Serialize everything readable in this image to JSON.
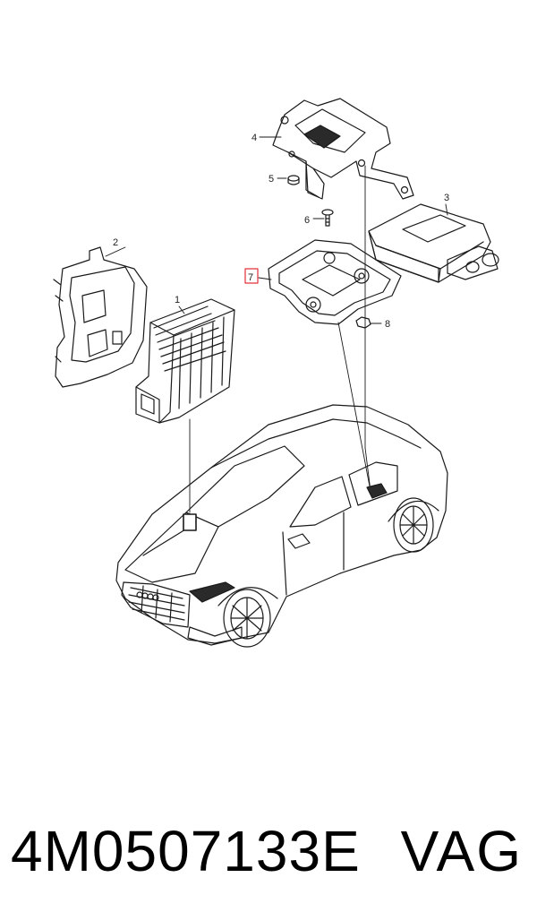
{
  "callouts": {
    "c1": "1",
    "c2": "2",
    "c3": "3",
    "c4": "4",
    "c5": "5",
    "c6": "6",
    "c7": "7",
    "c8": "8"
  },
  "highlight_color": "#e0303a",
  "footer": {
    "part_number": "4M0507133E",
    "brand": "VAG"
  }
}
